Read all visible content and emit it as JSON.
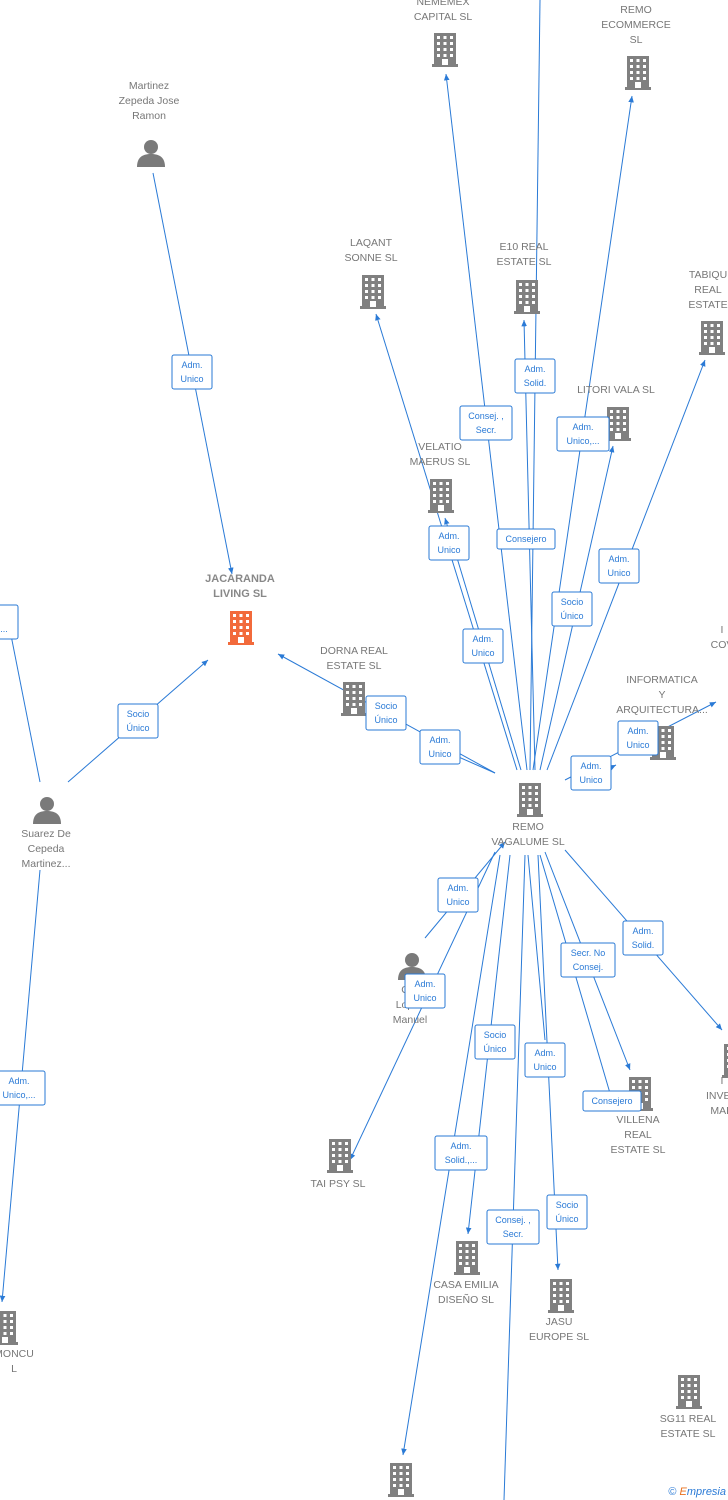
{
  "colors": {
    "edge": "#2a7ad6",
    "company": "#808080",
    "main_company": "#f26a3b",
    "person": "#7a7a7a"
  },
  "footer": {
    "copyright": "©",
    "brand_first": "E",
    "brand_rest": "mpresia"
  },
  "nodes": [
    {
      "id": "remo_vagalume",
      "type": "company-icon",
      "label": [
        "REMO",
        "VAGALUME SL"
      ]
    },
    {
      "id": "jacaranda",
      "type": "company-icon-main",
      "label": [
        "JACARANDA",
        "LIVING  SL"
      ]
    },
    {
      "id": "nememex",
      "type": "company-icon",
      "label": [
        "NEMEMEX",
        "CAPITAL  SL"
      ]
    },
    {
      "id": "remo_ecommerce",
      "type": "company-icon",
      "label": [
        "REMO",
        "ECOMMERCE",
        "SL"
      ]
    },
    {
      "id": "martinez",
      "type": "person-icon",
      "label": [
        "Martinez",
        "Zepeda Jose",
        "Ramon"
      ]
    },
    {
      "id": "laqant",
      "type": "company-icon",
      "label": [
        "LAQANT",
        "SONNE  SL"
      ]
    },
    {
      "id": "e10",
      "type": "company-icon",
      "label": [
        "E10 REAL",
        "ESTATE  SL"
      ]
    },
    {
      "id": "tabique",
      "type": "company-icon",
      "label": [
        "TABIQU",
        "REAL",
        "ESTATE"
      ]
    },
    {
      "id": "litori",
      "type": "company-icon",
      "label": [
        "LITORI VALA  SL"
      ]
    },
    {
      "id": "velatio",
      "type": "company-icon",
      "label": [
        "VELATIO",
        "MAERUS  SL"
      ]
    },
    {
      "id": "dorna",
      "type": "company-icon",
      "label": [
        "DORNA REAL",
        "ESTATE  SL"
      ]
    },
    {
      "id": "cov",
      "type": "company-label",
      "label": [
        "I",
        "COV"
      ]
    },
    {
      "id": "informatica",
      "type": "company-icon",
      "label": [
        "INFORMATICA",
        "Y",
        "ARQUITECTURA..."
      ]
    },
    {
      "id": "suarez",
      "type": "person-icon",
      "label": [
        "Suarez De",
        "Cepeda",
        "Martinez..."
      ]
    },
    {
      "id": "gonzalez",
      "type": "person-icon",
      "label": [
        "Gor",
        "Lopez",
        "Manuel"
      ]
    },
    {
      "id": "villena",
      "type": "company-icon",
      "label": [
        "VILLENA",
        "REAL",
        "ESTATE  SL"
      ]
    },
    {
      "id": "inver",
      "type": "company-icon",
      "label": [
        "I",
        "INVER",
        "MAD"
      ]
    },
    {
      "id": "taipsy",
      "type": "company-icon",
      "label": [
        "TAI PSY  SL"
      ]
    },
    {
      "id": "casa_emilia",
      "type": "company-icon",
      "label": [
        "CASA EMILIA",
        "DISEÑO  SL"
      ]
    },
    {
      "id": "jasu",
      "type": "company-icon",
      "label": [
        "JASU",
        "EUROPE  SL"
      ]
    },
    {
      "id": "sg11",
      "type": "company-icon",
      "label": [
        "SG11 REAL",
        "ESTATE  SL"
      ]
    },
    {
      "id": "moncu",
      "type": "company-icon",
      "label": [
        "MONCU",
        "L"
      ]
    },
    {
      "id": "bottom_co",
      "type": "company-icon",
      "label": []
    }
  ],
  "edge_labels": [
    [
      "Adm.",
      "Unico"
    ],
    [
      "Socio",
      "Único"
    ],
    [
      "Adm.",
      "Solid."
    ],
    [
      "Consej. ,",
      "Secr."
    ],
    [
      "Adm.",
      "Unico,..."
    ],
    [
      "Adm.",
      "Unico"
    ],
    [
      "Consejero"
    ],
    [
      "Adm.",
      "Unico"
    ],
    [
      "Socio",
      "Único"
    ],
    [
      "Adm.",
      "Unico"
    ],
    [
      "Socio",
      "Único"
    ],
    [
      "Adm.",
      "Unico"
    ],
    [
      "Adm.",
      "Unico"
    ],
    [
      "Adm.",
      "Unico"
    ],
    [
      "Adm.",
      "Unico"
    ],
    [
      "Adm.",
      "Solid."
    ],
    [
      "Secr.  No",
      "Consej."
    ],
    [
      "Adm.",
      "Unico"
    ],
    [
      "Socio",
      "Único"
    ],
    [
      "Adm.",
      "Unico"
    ],
    [
      "Consejero"
    ],
    [
      "Adm.",
      "Solid.,..."
    ],
    [
      "Consej. ,",
      "Secr."
    ],
    [
      "Socio",
      "Único"
    ],
    [
      "Adm.",
      "Unico,..."
    ],
    [
      "",
      "..."
    ]
  ]
}
